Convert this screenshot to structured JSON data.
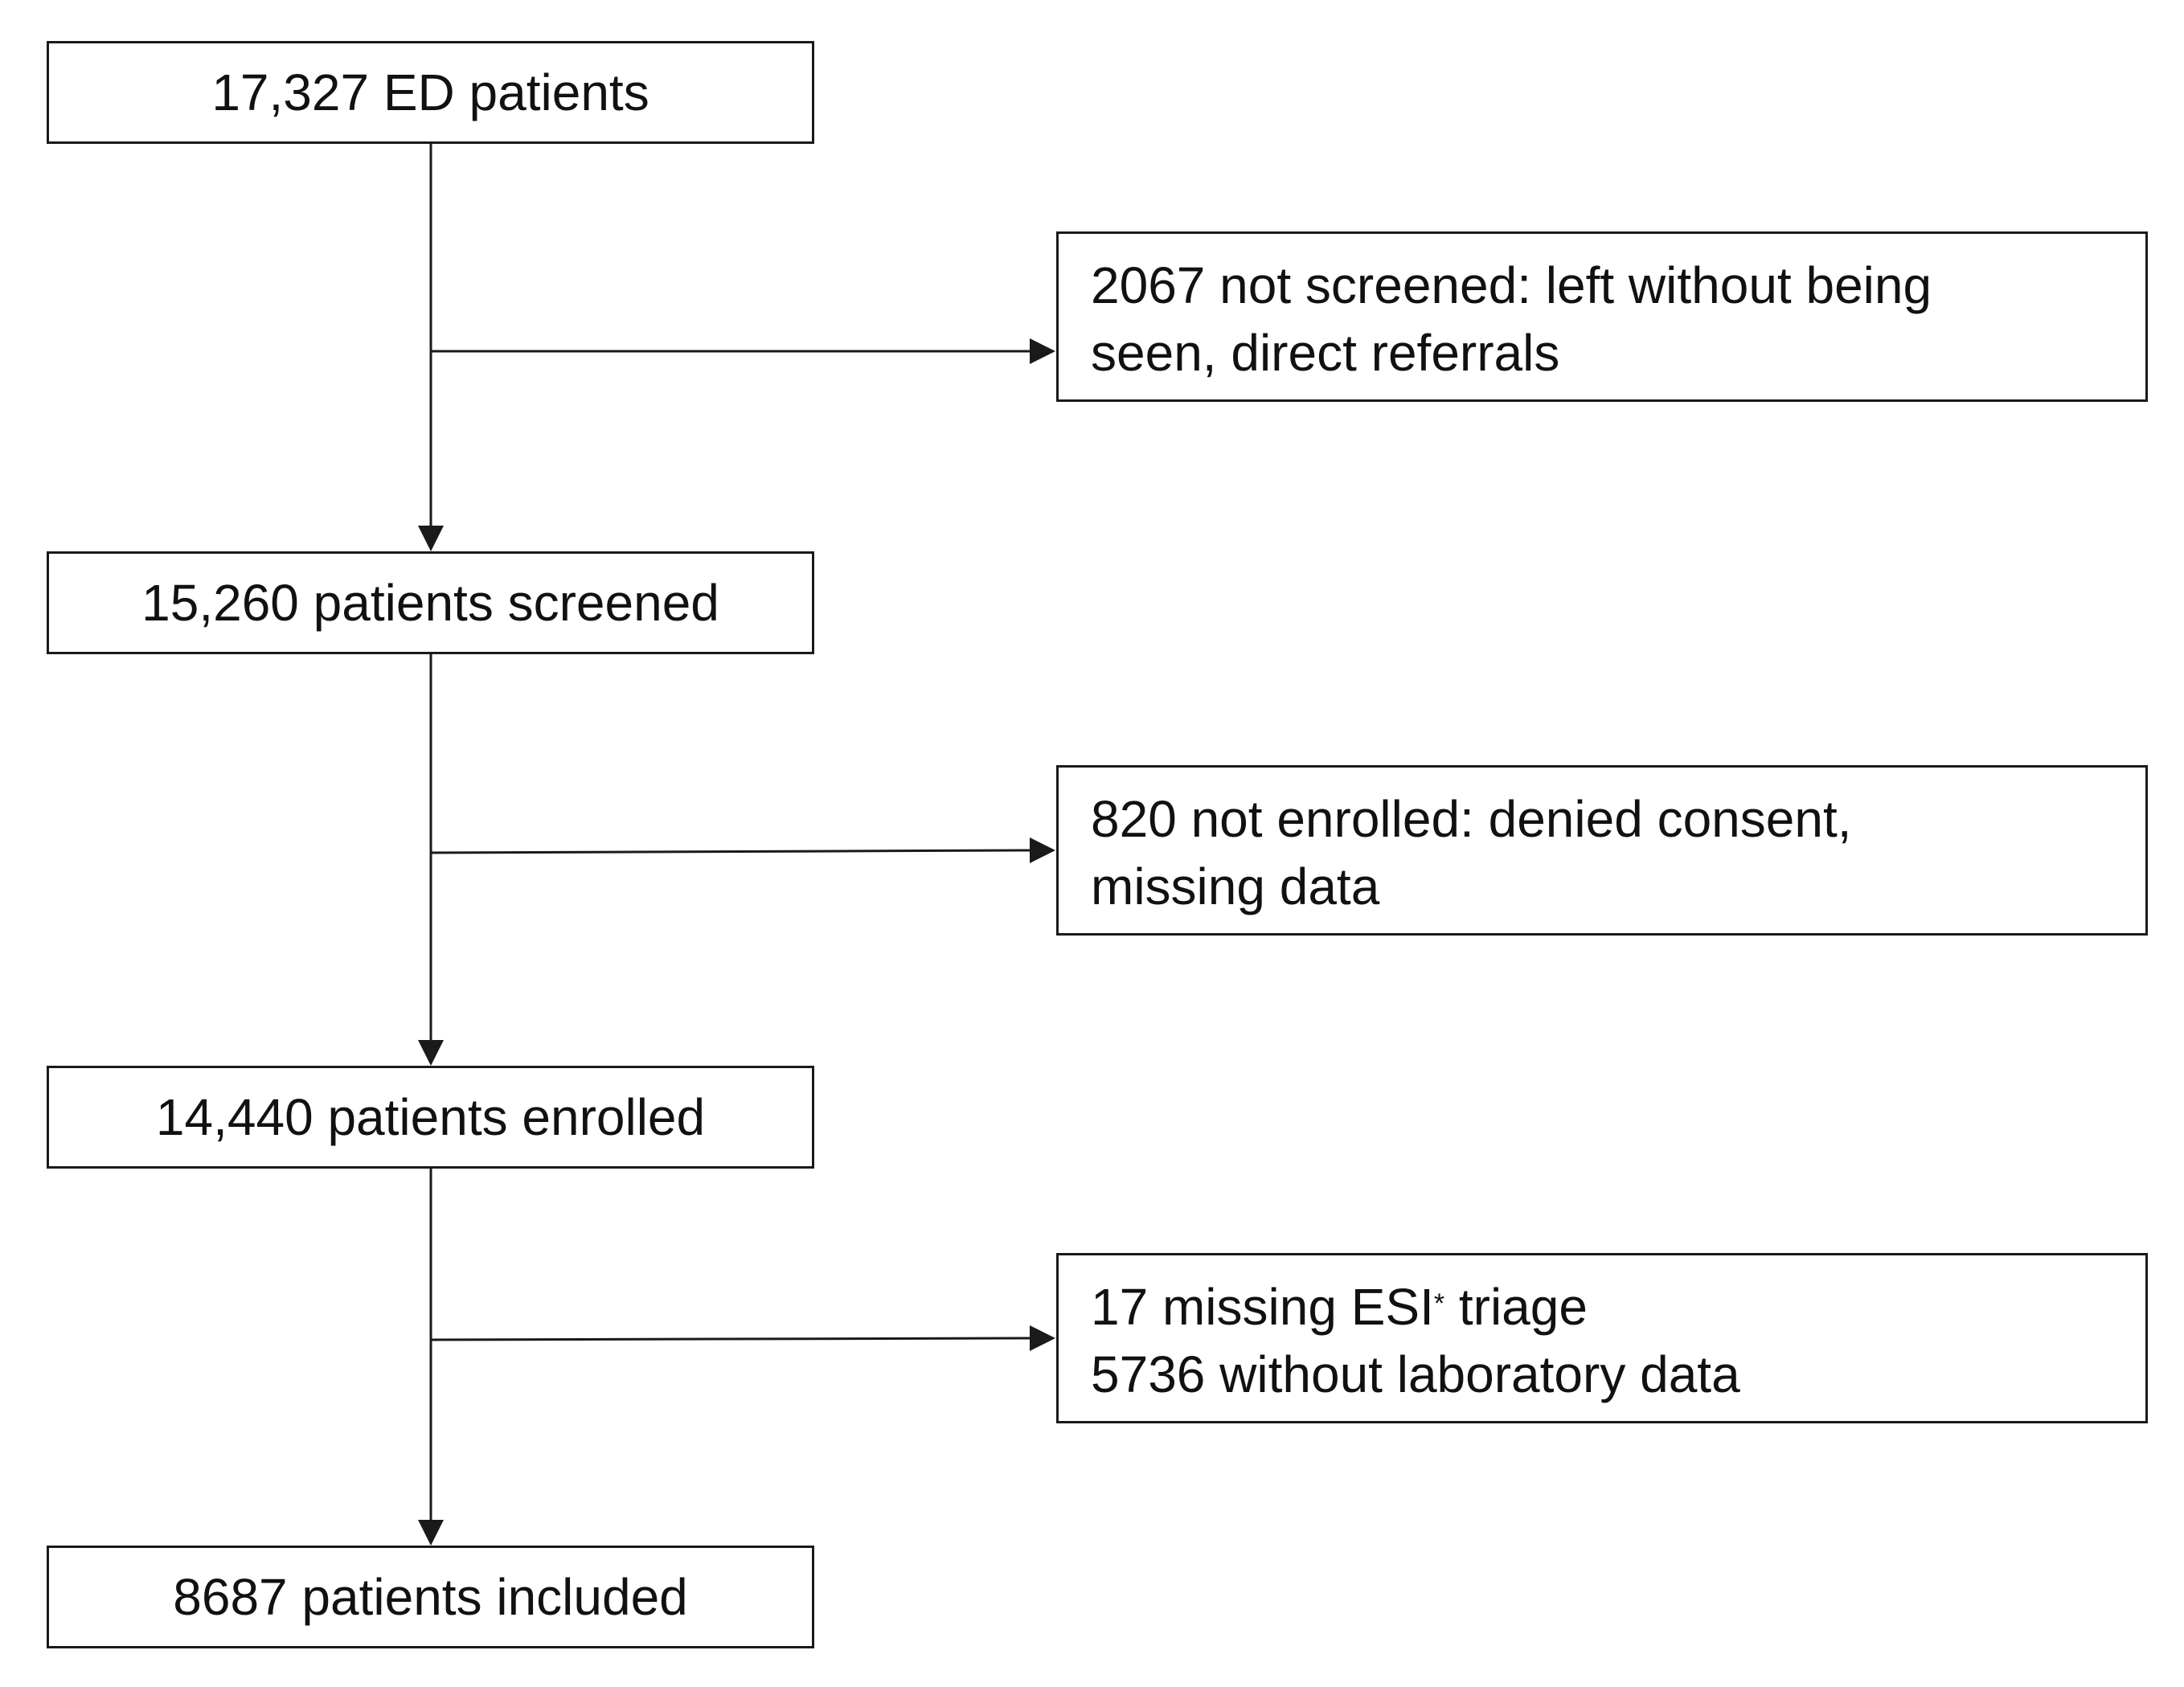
{
  "flowchart": {
    "main_steps": [
      {
        "label": "17,327 ED patients"
      },
      {
        "label": "15,260 patients screened"
      },
      {
        "label": "14,440 patients enrolled"
      },
      {
        "label": "8687 patients included"
      }
    ],
    "exclusions": [
      {
        "lines": [
          "2067 not screened: left without being",
          "seen, direct referrals"
        ]
      },
      {
        "lines": [
          "820 not enrolled: denied consent,",
          "missing data"
        ]
      },
      {
        "line1_before": "17 missing ESI",
        "line1_marker": "*",
        "line1_after": " triage",
        "line2": "5736 without laboratory data"
      }
    ]
  }
}
